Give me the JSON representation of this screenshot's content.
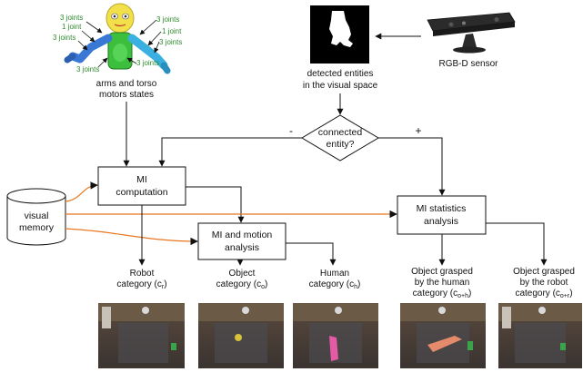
{
  "top": {
    "robot_caption_1": "arms and torso",
    "robot_caption_2": "motors states",
    "joints": {
      "left_top": "3 joints",
      "left_mid": "1 joint",
      "left_low": "3 joints",
      "left_bottom": "3 joints",
      "right_top": "3 joints",
      "right_mid": "1 joint",
      "right_low": "3 joints",
      "right_bottom": "3 joints"
    },
    "entities_caption_1": "detected entities",
    "entities_caption_2": "in the visual space",
    "sensor_label": "RGB-D sensor"
  },
  "decision": {
    "line1": "connected",
    "line2": "entity?",
    "minus": "-",
    "plus": "+"
  },
  "boxes": {
    "mi_comp_1": "MI",
    "mi_comp_2": "computation",
    "mi_motion_1": "MI and motion",
    "mi_motion_2": "analysis",
    "mi_stats_1": "MI statistics",
    "mi_stats_2": "analysis"
  },
  "memory": {
    "line1": "visual",
    "line2": "memory"
  },
  "categories": {
    "robot_1": "Robot",
    "robot_2": "category (c",
    "robot_sub": "r",
    "object_1": "Object",
    "object_2": "category (c",
    "object_sub": "o",
    "human_1": "Human",
    "human_2": "category (c",
    "human_sub": "h",
    "grasp_human_1": "Object grasped",
    "grasp_human_2": "by the human",
    "grasp_human_3": "category (c",
    "grasp_human_sub": "o+h",
    "grasp_robot_1": "Object grasped",
    "grasp_robot_2": "by the robot",
    "grasp_robot_3": "category (c",
    "grasp_robot_sub": "o+r",
    "close": ")"
  },
  "colors": {
    "orange": "#e8761f",
    "green_text": "#2e8b2e"
  }
}
